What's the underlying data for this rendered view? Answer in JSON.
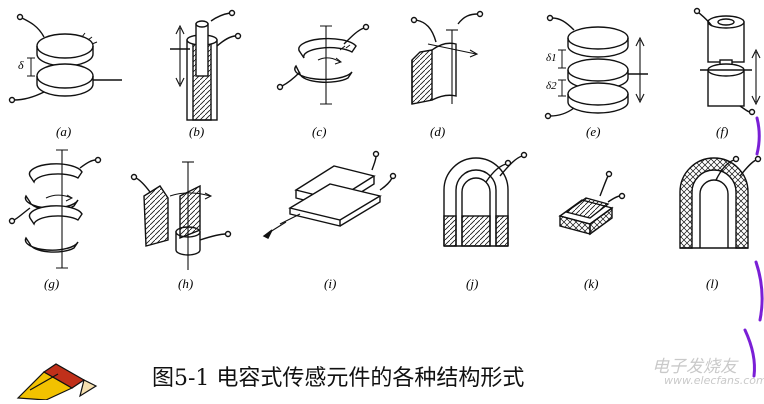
{
  "figure": {
    "caption": "图5-1 电容式传感元件的各种结构形式",
    "watermark": "电子发烧友",
    "watermark_url": "www.elecfans.com",
    "panel_labels": [
      "(a)",
      "(b)",
      "(c)",
      "(d)",
      "(e)",
      "(f)",
      "(g)",
      "(h)",
      "(i)",
      "(j)",
      "(k)",
      "(l)"
    ],
    "symbols": {
      "delta": "δ",
      "delta1": "δ1",
      "delta2": "δ2"
    },
    "colors": {
      "ink": "#111111",
      "accent_purple": "#7a1fd6",
      "pencil_yellow": "#f2c200",
      "pencil_red": "#c0301a"
    }
  }
}
